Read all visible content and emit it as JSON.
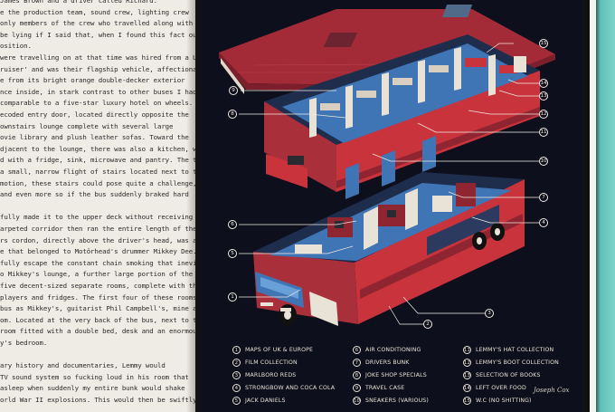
{
  "text_lines": [
    "James Brown and a driver called Richard.",
    "e the production team, sound crew, lighting crew",
    "only members of the crew who travelled along with",
    "be lying if I said that, when I found this fact out, it",
    "osition.",
    "were travelling on at that time was hired from a UK-",
    "ruiser' and was their flagship vehicle, affectionately",
    "e from its bright orange double-decker exterior",
    "nce inside, in stark contrast to other buses I had",
    "comparable to a five-star luxury hotel on wheels.",
    "ecoded entry door, located directly opposite the",
    "ownstairs lounge complete with several large",
    "ovie library and plush leather sofas. Toward the",
    "djacent to the lounge, there was also a kitchen, which,",
    "d with a fridge, sink, microwave and pantry. The top",
    "a small, narrow flight of stairs located next to the",
    "motion, these stairs could pose quite a challenge,",
    "and even more so if the bus suddenly braked hard",
    "",
    "fully made it to the upper deck without receiving",
    "arpeted corridor then ran the entire length of the",
    "rs cordon, directly above the driver's head, was a",
    "e that belonged to Motörhead's drummer Mikkey Dee.",
    "fully escape the constant chain smoking that inevitably",
    "o Mikkey's lounge, a further large portion of the top",
    "five decent-sized separate rooms, complete with their",
    "players and fridges. The first four of these rooms ran",
    "bus as Mikkey's, guitarist Phil Campbell's, mine and",
    "om. Located at the very back of the bus, next to the",
    "room fitted with a double bed, desk and an enormous",
    "y's bedroom.",
    "",
    "ary history and documentaries, Lemmy would",
    "TV sound system so fucking loud in his room that",
    "asleep when suddenly my entire bunk would shake",
    "orld War II explosions. This would then be swiftly"
  ],
  "legend": [
    {
      "num": "1",
      "label": "MAPS OF UK & EUROPE"
    },
    {
      "num": "2",
      "label": "FILM COLLECTION"
    },
    {
      "num": "3",
      "label": "MARLBORO REDS"
    },
    {
      "num": "4",
      "label": "STRONGBOW AND COCA COLA"
    },
    {
      "num": "5",
      "label": "JACK DANIELS"
    },
    {
      "num": "6",
      "label": "AIR CONDITIONING"
    },
    {
      "num": "7",
      "label": "DRIVERS BUNK"
    },
    {
      "num": "8",
      "label": "JOKE SHOP SPECIALS"
    },
    {
      "num": "9",
      "label": "TRAVEL CASE"
    },
    {
      "num": "10",
      "label": "SNEAKERS (VARIOUS)"
    },
    {
      "num": "11",
      "label": "LEMMY'S HAT COLLECTION"
    },
    {
      "num": "12",
      "label": "LEMMY'S BOOT COLLECTION"
    },
    {
      "num": "13",
      "label": "SELECTION OF BOOKS"
    },
    {
      "num": "14",
      "label": "LEFT OVER FOOD"
    },
    {
      "num": "15",
      "label": "W.C (NO SHITTING)"
    }
  ],
  "callouts": [
    "15",
    "14",
    "9",
    "13",
    "12",
    "8",
    "11",
    "10",
    "7",
    "6",
    "4",
    "5",
    "1",
    "3",
    "2"
  ],
  "signature": "Joseph Cox",
  "colors": {
    "page_bg": "#0d0f1c",
    "bus_red": "#c8333c",
    "bus_dark_red": "#8e2530",
    "interior_blue": "#3f74b5",
    "cream": "#e9e2d6",
    "paper": "#efece6"
  }
}
